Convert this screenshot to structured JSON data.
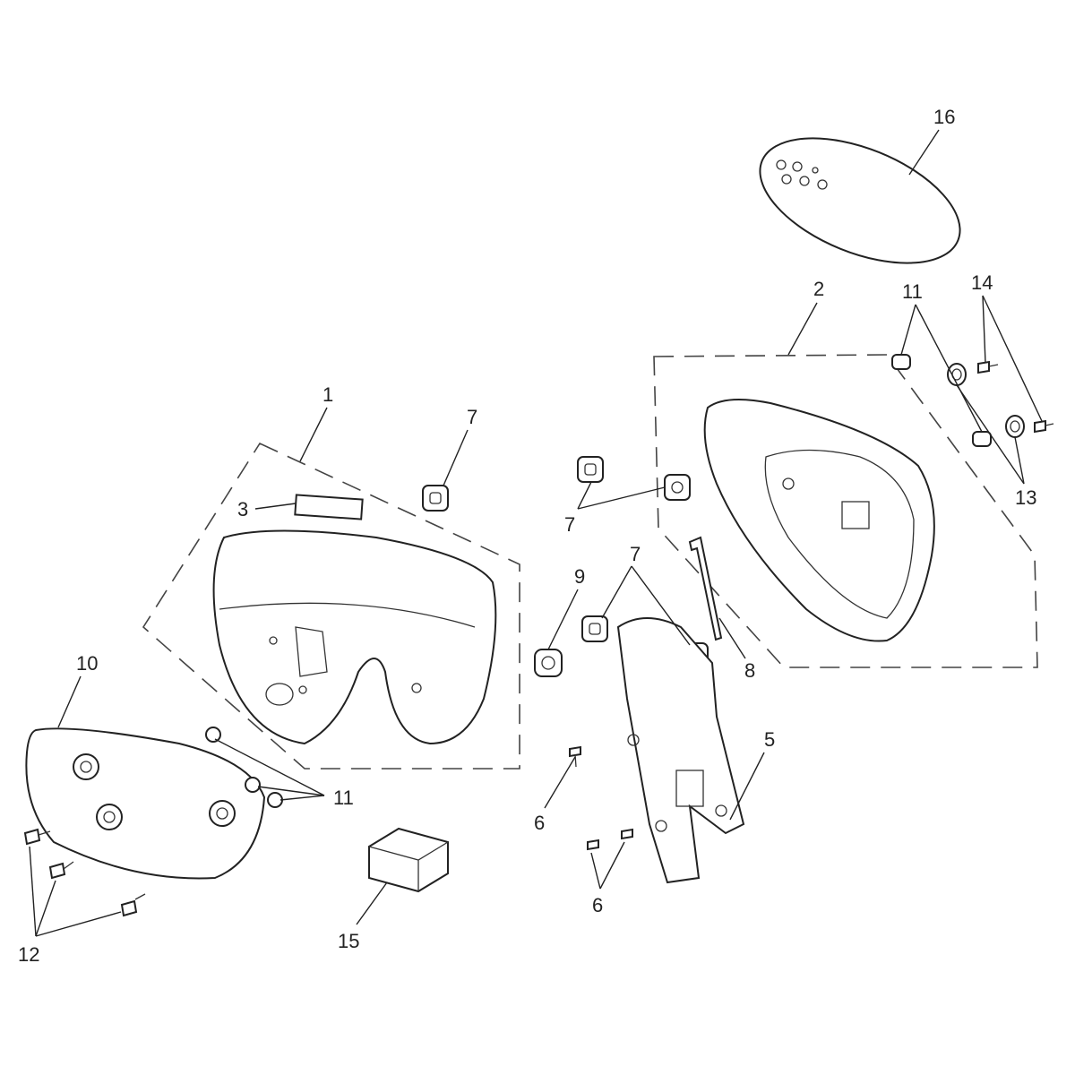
{
  "diagram": {
    "type": "exploded-parts-diagram",
    "callouts": [
      {
        "id": "c16",
        "text": "16"
      },
      {
        "id": "c2",
        "text": "2"
      },
      {
        "id": "c11a",
        "text": "11"
      },
      {
        "id": "c14",
        "text": "14"
      },
      {
        "id": "c13",
        "text": "13"
      },
      {
        "id": "c1",
        "text": "1"
      },
      {
        "id": "c7a",
        "text": "7"
      },
      {
        "id": "c3",
        "text": "3"
      },
      {
        "id": "c7b",
        "text": "7"
      },
      {
        "id": "c9",
        "text": "9"
      },
      {
        "id": "c7c",
        "text": "7"
      },
      {
        "id": "c8",
        "text": "8"
      },
      {
        "id": "c10",
        "text": "10"
      },
      {
        "id": "c11b",
        "text": "11"
      },
      {
        "id": "c5",
        "text": "5"
      },
      {
        "id": "c6a",
        "text": "6"
      },
      {
        "id": "c6b",
        "text": "6"
      },
      {
        "id": "c12",
        "text": "12"
      },
      {
        "id": "c15",
        "text": "15"
      }
    ]
  }
}
